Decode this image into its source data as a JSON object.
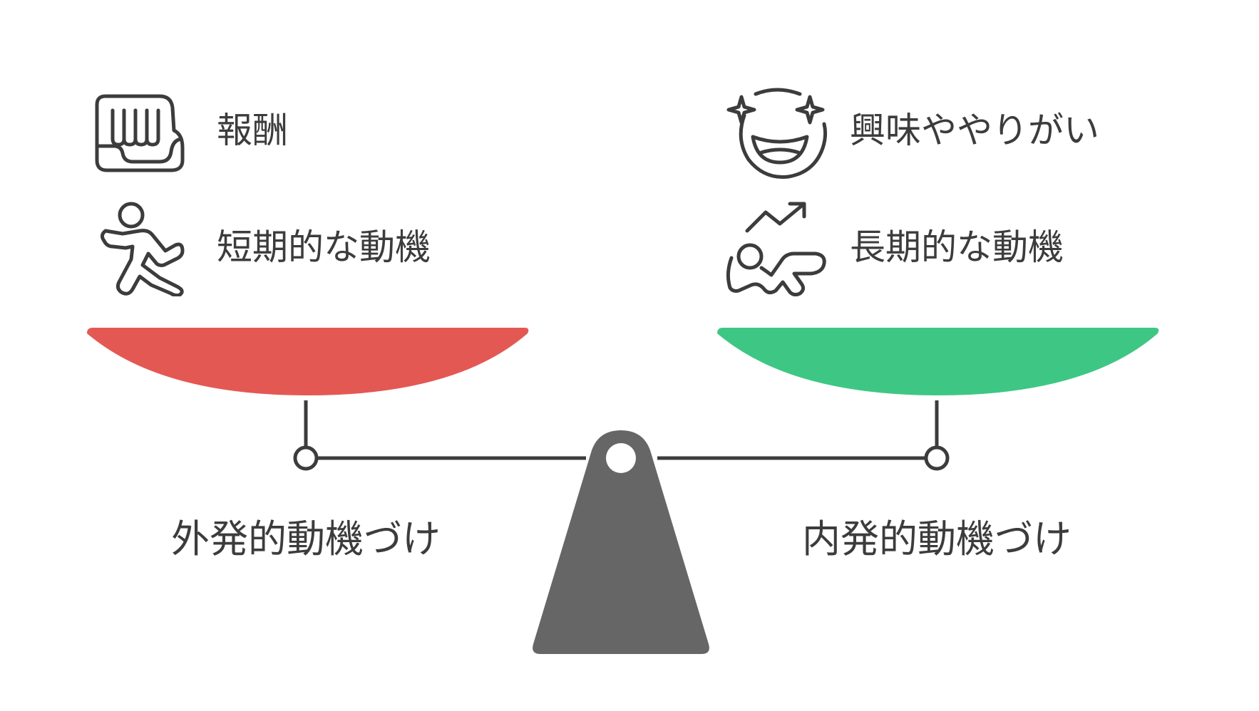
{
  "left_side": {
    "items": [
      {
        "label": "報酬",
        "icon": "fist-icon"
      },
      {
        "label": "短期的な動機",
        "icon": "running-person-icon"
      }
    ],
    "caption": "外発的動機づけ",
    "pan_color": "#e45853"
  },
  "right_side": {
    "items": [
      {
        "label": "興味ややりがい",
        "icon": "starry-eyed-face-icon"
      },
      {
        "label": "長期的な動機",
        "icon": "growth-trend-person-icon"
      }
    ],
    "caption": "内発的動機づけ",
    "pan_color": "#3ec784"
  },
  "colors": {
    "beam": "#3c3c3c",
    "fulcrum": "#666666"
  }
}
